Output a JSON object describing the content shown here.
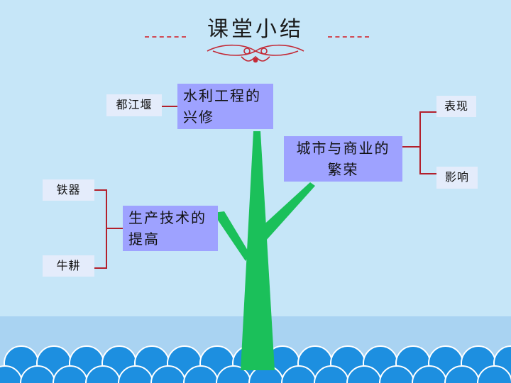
{
  "title": "课堂小结",
  "colors": {
    "background": "#c6e6f8",
    "main_box": "#9ea2ff",
    "leaf_box": "#e4ecfb",
    "connector": "#b3202c",
    "tree": "#1bc05a",
    "wave": "#1d8fe0",
    "ornament": "#c32b38"
  },
  "nodes": {
    "water": "水利工程的兴修",
    "city": "城市与商业的繁荣",
    "production": "生产技术的提高"
  },
  "leaves": {
    "dujiangyan": "都江堰",
    "biaoxian": "表现",
    "yingxiang": "影响",
    "tieqi": "铁器",
    "niugeng": "牛耕"
  }
}
